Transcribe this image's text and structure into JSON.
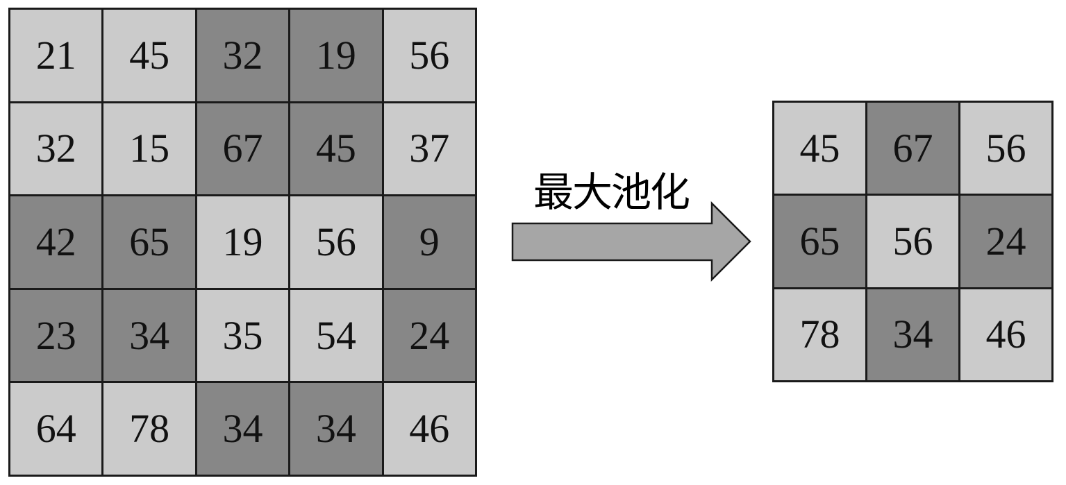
{
  "input_matrix": {
    "values": [
      [
        "21",
        "45",
        "32",
        "19",
        "56"
      ],
      [
        "32",
        "15",
        "67",
        "45",
        "37"
      ],
      [
        "42",
        "65",
        "19",
        "56",
        "9"
      ],
      [
        "23",
        "34",
        "35",
        "54",
        "24"
      ],
      [
        "64",
        "78",
        "34",
        "34",
        "46"
      ]
    ],
    "shading": [
      [
        "light",
        "light",
        "dark",
        "dark",
        "light"
      ],
      [
        "light",
        "light",
        "dark",
        "dark",
        "light"
      ],
      [
        "dark",
        "dark",
        "light",
        "light",
        "dark"
      ],
      [
        "dark",
        "dark",
        "light",
        "light",
        "dark"
      ],
      [
        "light",
        "light",
        "dark",
        "dark",
        "light"
      ]
    ]
  },
  "operation": {
    "label": "最大池化"
  },
  "output_matrix": {
    "values": [
      [
        "45",
        "67",
        "56"
      ],
      [
        "65",
        "56",
        "24"
      ],
      [
        "78",
        "34",
        "46"
      ]
    ],
    "shading": [
      [
        "light",
        "dark",
        "light"
      ],
      [
        "dark",
        "light",
        "dark"
      ],
      [
        "light",
        "dark",
        "light"
      ]
    ]
  },
  "colors": {
    "light_cell": "#cbcbcb",
    "dark_cell": "#878787",
    "arrow_fill": "#a6a6a6",
    "border": "#1a1a1a"
  }
}
